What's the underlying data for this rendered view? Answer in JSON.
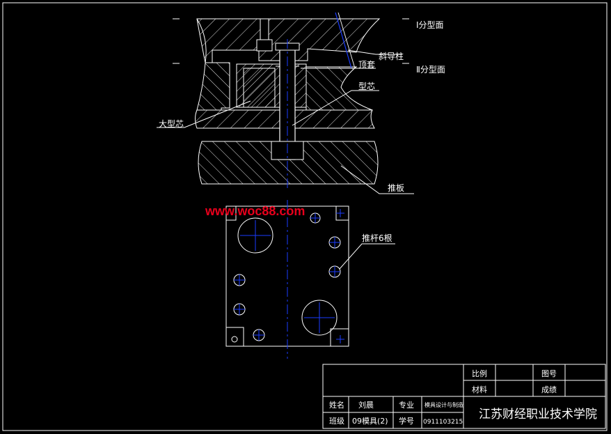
{
  "annotations": {
    "parting_1": "Ⅰ分型面",
    "parting_2": "Ⅱ分型面",
    "angle_pin": "斜导柱",
    "ejector_sleeve": "顶套",
    "core": "型芯",
    "large_core": "大型芯",
    "push_plate": "推板",
    "pins": "推杆6根"
  },
  "watermark": "www.woc88.com",
  "title_block": {
    "scale_label": "比例",
    "scale_value": "",
    "drawing_no_label": "图号",
    "drawing_no_value": "",
    "material_label": "材料",
    "material_value": "",
    "grade_label": "成绩",
    "grade_value": "",
    "name_label": "姓名",
    "name_value": "刘晨",
    "major_label": "专业",
    "major_value": "模具设计与制造",
    "class_label": "班级",
    "class_value": "09模具(2)",
    "student_id_label": "学号",
    "student_id_value": "0911103215",
    "school": "江苏财经职业技术学院"
  },
  "colors": {
    "background": "#000000",
    "lines": "#ffffff",
    "centerlines": "#1a3cff",
    "watermark": "#e8001c"
  }
}
